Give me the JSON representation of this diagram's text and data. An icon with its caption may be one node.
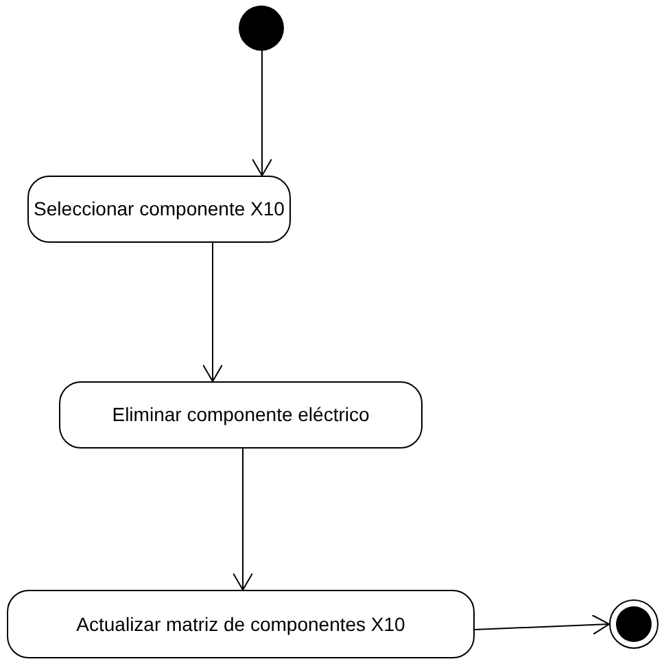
{
  "diagram": {
    "nodes": [
      {
        "text": [],
        "shape": "circle"
      },
      {
        "text": [
          "Seleccionar componente X10"
        ]
      },
      {
        "text": [
          "Eliminar componente eléctrico"
        ]
      },
      {
        "text": [
          "Actualizar matriz de componentes X10"
        ]
      },
      {
        "text": [],
        "shape": "circle"
      }
    ],
    "edges": [
      {
        "from": 0,
        "to": 1,
        "arrow": "to"
      },
      {
        "from": 1,
        "to": 2,
        "arrow": "to"
      },
      {
        "from": 2,
        "to": 3,
        "arrow": "to"
      },
      {
        "from": 3,
        "to": 4,
        "arrow": "to"
      }
    ]
  }
}
